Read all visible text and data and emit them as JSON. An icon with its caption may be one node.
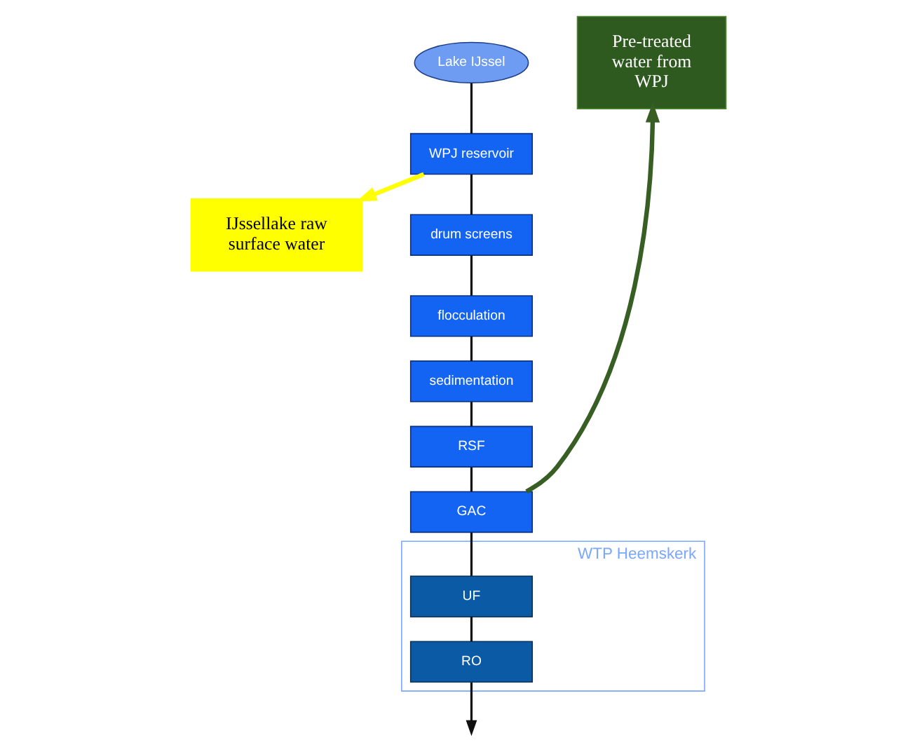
{
  "diagram": {
    "nodes": [
      {
        "text": [
          "Lake IJssel"
        ]
      },
      {
        "text": [
          "WPJ reservoir"
        ]
      },
      {
        "text": [
          "drum screens"
        ]
      },
      {
        "text": [
          "flocculation"
        ]
      },
      {
        "text": [
          "sedimentation"
        ]
      },
      {
        "text": [
          "RSF"
        ]
      },
      {
        "text": [
          "GAC"
        ]
      },
      {
        "text": [
          "WTP Heemskerk"
        ]
      },
      {
        "text": [
          "UF"
        ],
        "in": 7
      },
      {
        "text": [
          "RO"
        ],
        "in": 7
      },
      {
        "text": [
          "IJssellake raw surface water"
        ]
      },
      {
        "text": [
          "Pre-treated water from WPJ"
        ]
      }
    ],
    "edges": [
      {
        "from": 0,
        "to": 1,
        "arrow": "none"
      },
      {
        "from": 1,
        "to": 2,
        "arrow": "none"
      },
      {
        "from": 2,
        "to": 3,
        "arrow": "none"
      },
      {
        "from": 3,
        "to": 4,
        "arrow": "none"
      },
      {
        "from": 4,
        "to": 5,
        "arrow": "none"
      },
      {
        "from": 5,
        "to": 6,
        "arrow": "none"
      },
      {
        "from": 6,
        "to": 8,
        "arrow": "none"
      },
      {
        "from": 8,
        "to": 9,
        "arrow": "none"
      },
      {
        "from": 9,
        "to": null,
        "arrow": "to"
      },
      {
        "from": 1,
        "to": 10,
        "arrow": "to",
        "style": "thick",
        "color": "#ffff00"
      },
      {
        "from": 6,
        "to": 11,
        "arrow": "to",
        "style": "thick",
        "color": "#375f23"
      }
    ]
  }
}
